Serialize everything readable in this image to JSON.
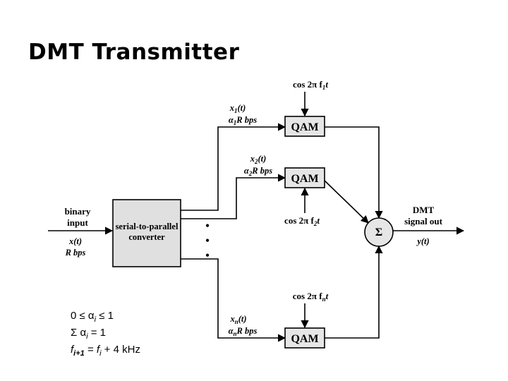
{
  "title": "DMT Transmitter",
  "input": {
    "label_line1": "binary",
    "label_line2": "input",
    "signal": "x(t)",
    "rate": "R bps"
  },
  "converter": {
    "line1": "serial-to-parallel",
    "line2": "converter"
  },
  "dots": [
    "•",
    "•",
    "•"
  ],
  "branches": [
    {
      "signal_name": "x",
      "signal_sub": "1",
      "signal_arg": "(t)",
      "alpha": "α",
      "alpha_sub": "1",
      "rate_rest": "R bps",
      "qam": "QAM",
      "carrier": "cos 2π f",
      "carrier_sub": "1",
      "carrier_t": "t"
    },
    {
      "signal_name": "x",
      "signal_sub": "2",
      "signal_arg": "(t)",
      "alpha": "α",
      "alpha_sub": "2",
      "rate_rest": "R bps",
      "qam": "QAM",
      "carrier": "cos 2π f",
      "carrier_sub": "2",
      "carrier_t": "t"
    },
    {
      "signal_name": "x",
      "signal_sub": "n",
      "signal_arg": "(t)",
      "alpha": "α",
      "alpha_sub": "n",
      "rate_rest": "R bps",
      "qam": "QAM",
      "carrier": "cos 2π f",
      "carrier_sub": "n",
      "carrier_t": "t"
    }
  ],
  "summer": {
    "symbol": "Σ"
  },
  "output": {
    "label_line1": "DMT",
    "label_line2": "signal out",
    "signal": "y(t)"
  },
  "equations": {
    "eq1_left": "0 ≤ α",
    "eq1_sub": "i",
    "eq1_right": " ≤ 1",
    "eq2_left": "Σ α",
    "eq2_sub": "i",
    "eq2_right": " = 1",
    "eq3_f1": "f",
    "eq3_sub1": "i+1",
    "eq3_mid": " = ",
    "eq3_f2": "f",
    "eq3_sub2": "i",
    "eq3_right": " + 4 kHz"
  }
}
